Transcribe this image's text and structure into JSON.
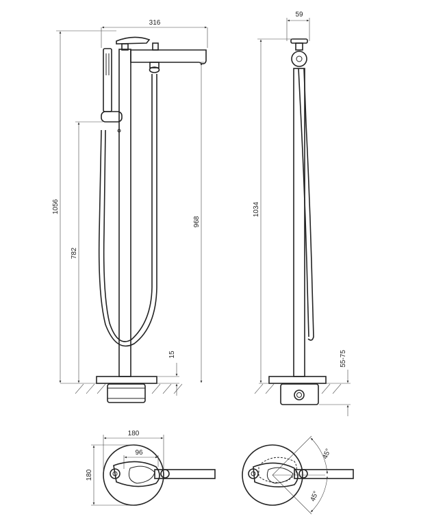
{
  "dimensions": {
    "front_width": "316",
    "side_width": "59",
    "total_height": "1056",
    "holder_height": "782",
    "spout_height": "968",
    "base_thickness": "15",
    "side_height": "1034",
    "floor_depth": "55-75",
    "base_diameter": "180",
    "base_height": "180",
    "handle_offset": "96",
    "angle_upper": "45°",
    "angle_lower": "45°"
  },
  "colors": {
    "line": "#222222",
    "dimension": "#444444",
    "background": "#ffffff"
  }
}
